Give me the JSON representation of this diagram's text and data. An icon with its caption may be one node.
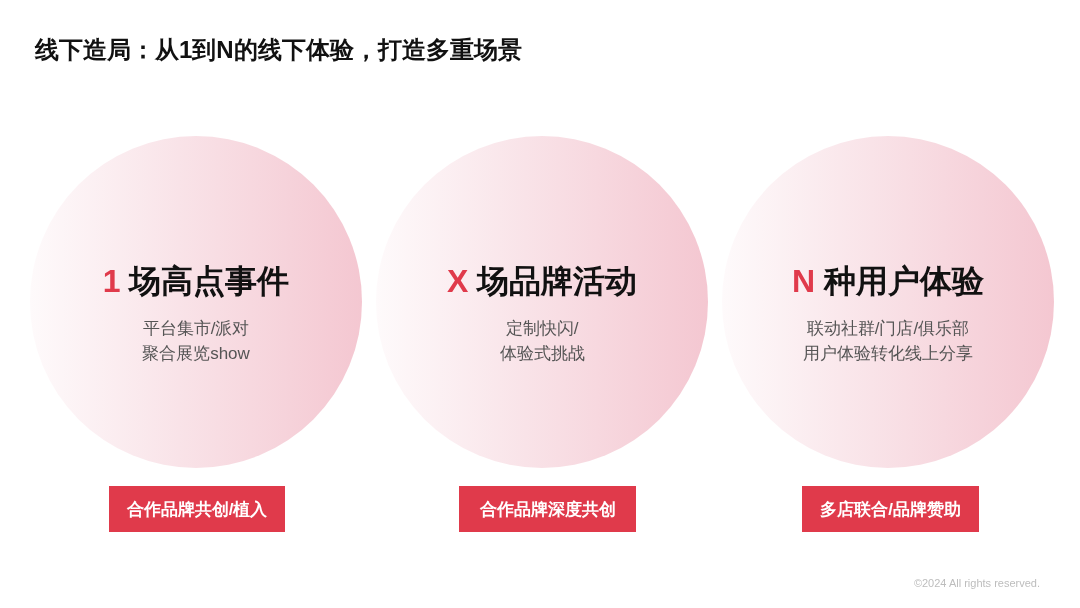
{
  "diagram": {
    "title": "线下造局：从1到N的线下体验，打造多重场景",
    "nodes": [
      {
        "text": [
          "1 场高点事件",
          "平台集市/派对聚合展览show"
        ]
      },
      {
        "text": [
          "X 场品牌活动",
          "定制快闪/体验式挑战"
        ]
      },
      {
        "text": [
          "N 种用户体验",
          "联动社群/门店/俱乐部用户体验转化线上分享"
        ]
      },
      {
        "text": [
          "合作品牌共创/植入"
        ]
      },
      {
        "text": [
          "合作品牌深度共创"
        ]
      },
      {
        "text": [
          "多店联合/品牌赞助"
        ]
      }
    ],
    "labels": [
      "©2024 All rights reserved."
    ]
  }
}
